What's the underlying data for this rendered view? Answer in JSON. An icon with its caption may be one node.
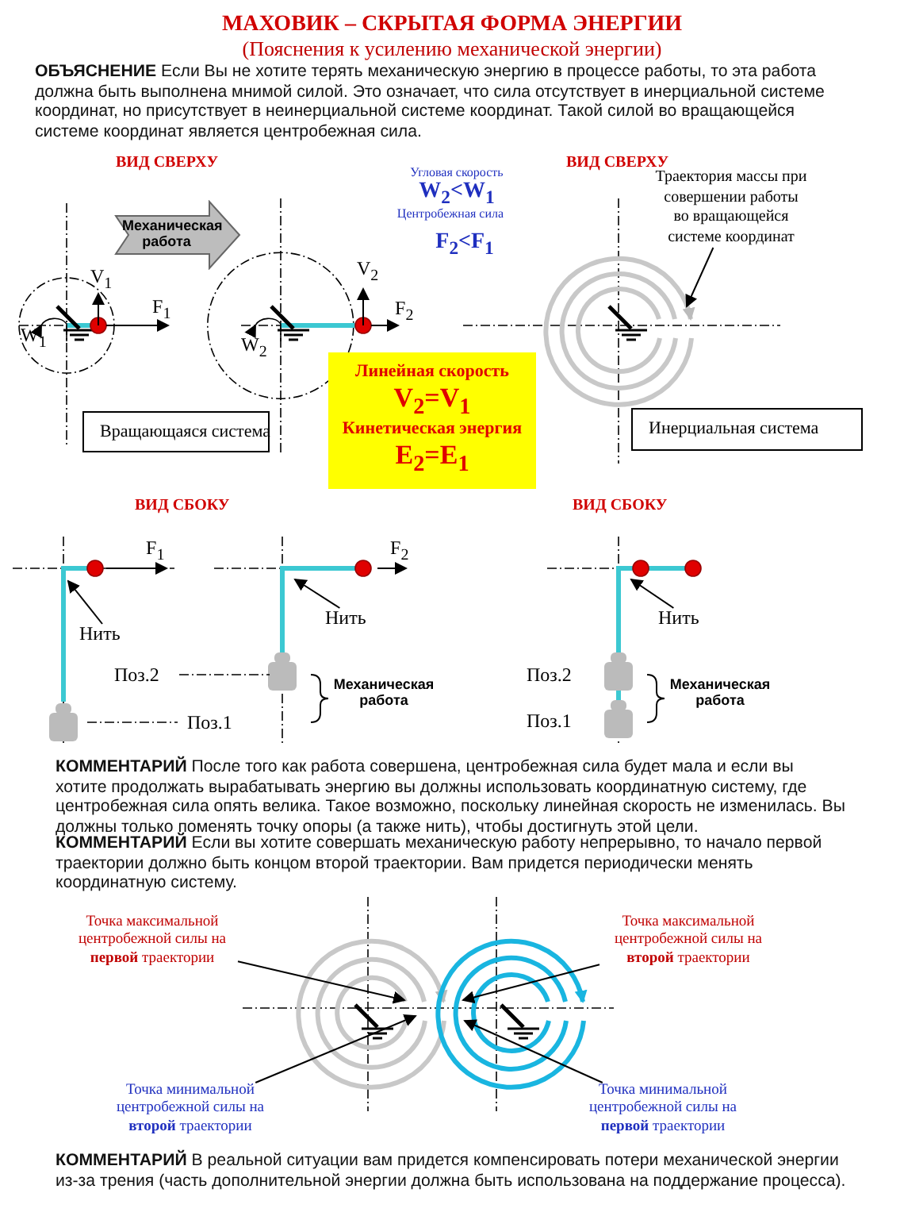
{
  "diagram": {
    "title": "МАХОВИК – СКРЫТАЯ ФОРМА ЭНЕРГИИ",
    "nodes": [
      {
        "text": [
          "Механическая работа"
        ]
      },
      {
        "text": [
          "Вращающаяся система"
        ]
      },
      {
        "text": [
          "Линейная скорость",
          "V$_{2}$=V$_{1}$",
          "Кинетическая энергия",
          "E$_{2}$=E$_{1}$"
        ]
      },
      {
        "text": [
          "Инерциальная система"
        ]
      },
      {
        "text": [
          "Траектория массы при совершении работы во вращающейся системе координат"
        ]
      },
      {
        "text": [
          "Нить"
        ]
      },
      {
        "text": [
          "Нить"
        ]
      },
      {
        "text": [
          "Нить"
        ]
      },
      {
        "text": [
          "Точка максимальной центробежной силы на **первой** траектории"
        ]
      },
      {
        "text": [
          "Точка максимальной центробежной силы на **второй** траектории"
        ]
      },
      {
        "text": [
          "Точка минимальной центробежной силы на **второй** траектории"
        ]
      },
      {
        "text": [
          "Точка минимальной центробежной силы на **первой** траектории"
        ]
      },
      {
        "text": [],
        "shape": "spiral"
      },
      {
        "text": [],
        "shape": "spiral"
      },
      {
        "text": [],
        "shape": "spiral"
      }
    ],
    "edges": [
      {
        "from": 4,
        "to": 12,
        "arrow": "to"
      },
      {
        "from": 5,
        "to": null,
        "arrow": "to"
      },
      {
        "from": 6,
        "to": null,
        "arrow": "to"
      },
      {
        "from": 7,
        "to": null,
        "arrow": "to"
      },
      {
        "from": 8,
        "to": 13,
        "arrow": "to"
      },
      {
        "from": 9,
        "to": 14,
        "arrow": "to"
      },
      {
        "from": 10,
        "to": 14,
        "arrow": "to"
      },
      {
        "from": 11,
        "to": 13,
        "arrow": "to"
      }
    ],
    "labels": [
      "(Пояснения к усилению механической энергии)",
      "**ОБЪЯСНЕНИЕ** Если Вы не хотите терять механическую энергию в процессе работы, то эта работа должна быть выполнена мнимой силой. Это означает, что сила отсутствует в инерциальной системе координат, но присутствует в неинерциальной системе координат. Такой силой во вращающейся системе координат является центробежная сила.",
      "ВИД СВЕРХУ",
      "Угловая скорость",
      "W$_{2}$<W$_{1}$",
      "Центробежная сила",
      "F$_{2}$<F$_{1}$",
      "ВИД СВЕРХУ",
      "V$_{1}$",
      "F$_{1}$",
      "W$_{1}$",
      "V$_{2}$",
      "F$_{2}$",
      "W$_{2}$",
      "ВИД СБОКУ",
      "ВИД СБОКУ",
      "F$_{1}$",
      "F$_{2}$",
      "Поз.2",
      "Поз.1",
      "Механическая работа",
      "Поз.2",
      "Поз.1",
      "Механическая работа",
      "**КОММЕНТАРИЙ** После того как работа совершена, центробежная сила будет мала и если вы хотите продолжать вырабатывать энергию вы должны использовать координатную систему, где центробежная сила опять велика. Такое возможно, поскольку линейная скорость не изменилась. Вы должны только поменять точку опоры (а также нить), чтобы достигнуть этой цели.",
      "**КОММЕНТАРИЙ** Если вы хотите совершать механическую работу непрерывно, то начало первой траектории должно быть концом второй траектории. Вам придется периодически менять координатную систему.",
      "**КОММЕНТАРИЙ** В реальной ситуации вам придется компенсировать потери механической энергии из-за трения (часть дополнительной энергии должна быть использована на поддержание процесса)."
    ]
  }
}
